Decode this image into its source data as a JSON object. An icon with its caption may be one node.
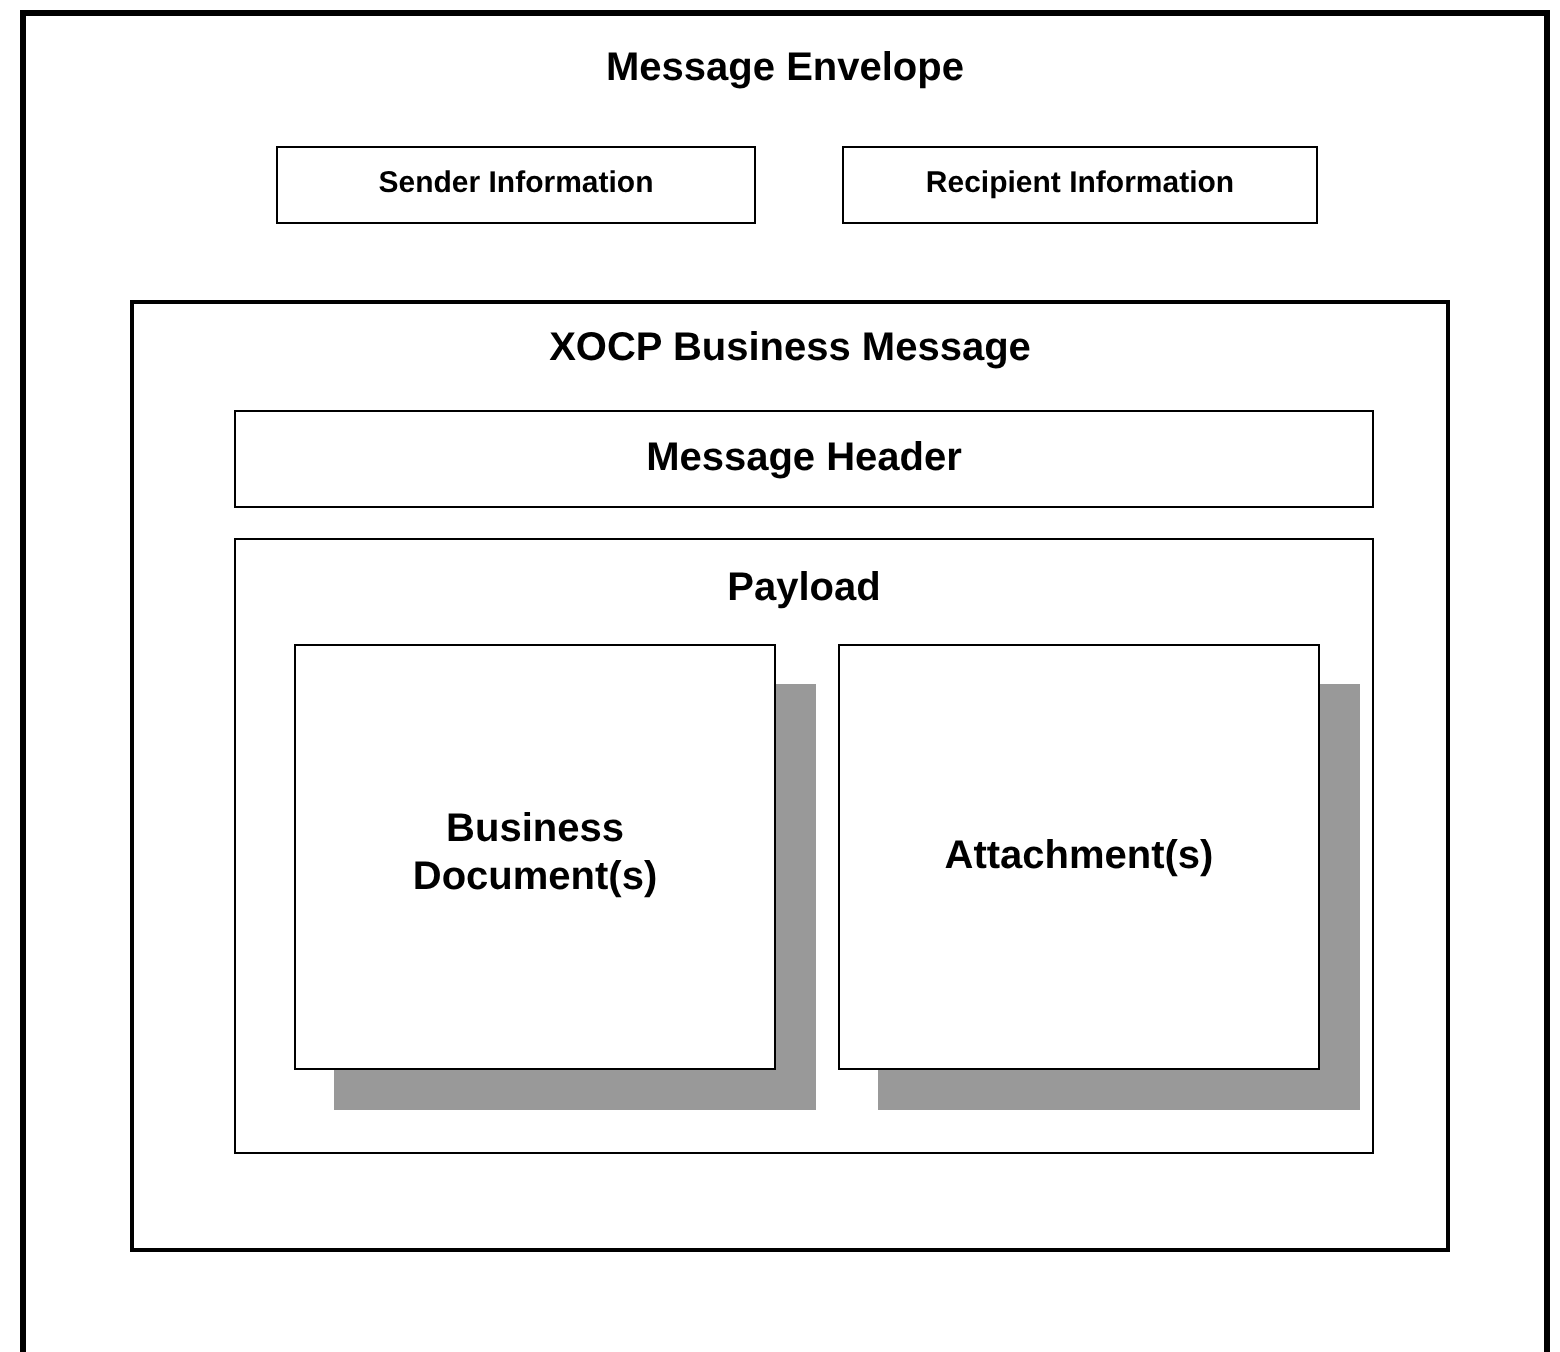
{
  "diagram": {
    "nodes": [
      {
        "text": [
          "Message Envelope"
        ]
      },
      {
        "text": [
          "Sender Information"
        ],
        "in": 0
      },
      {
        "text": [
          "Recipient Information"
        ],
        "in": 0
      },
      {
        "text": [
          "XOCP Business Message"
        ],
        "in": 0
      },
      {
        "text": [
          "Message Header"
        ],
        "in": 3
      },
      {
        "text": [
          "Payload"
        ],
        "in": 3
      },
      {
        "text": [
          "Business Document(s)"
        ],
        "in": 5
      },
      {
        "text": [
          "Attachment(s)"
        ],
        "in": 5
      }
    ]
  }
}
